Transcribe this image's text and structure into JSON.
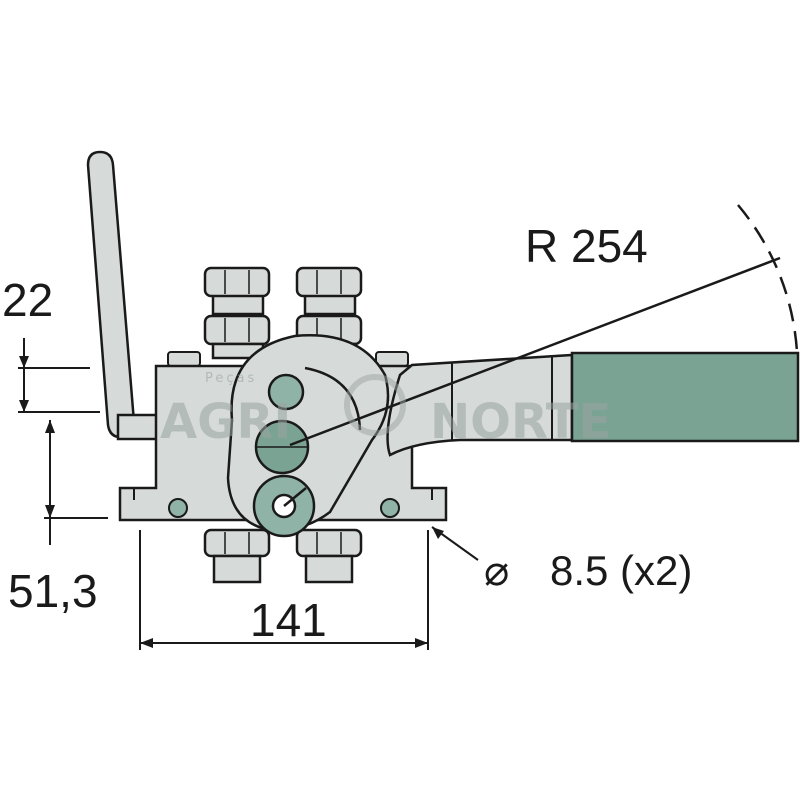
{
  "diagram": {
    "dimensions": {
      "height_small": "22",
      "height_large": "51,3",
      "width": "141",
      "radius": "R 254",
      "hole_symbol": "⌀",
      "hole": "8.5 (x2)"
    },
    "watermark": {
      "left": "AGRI",
      "right": "NORTE",
      "small": "Peças"
    },
    "colors": {
      "body": "#d6dbd9",
      "outline": "#1a1a1a",
      "grip": "#7aa394",
      "spool": "#8fb3a6"
    }
  }
}
